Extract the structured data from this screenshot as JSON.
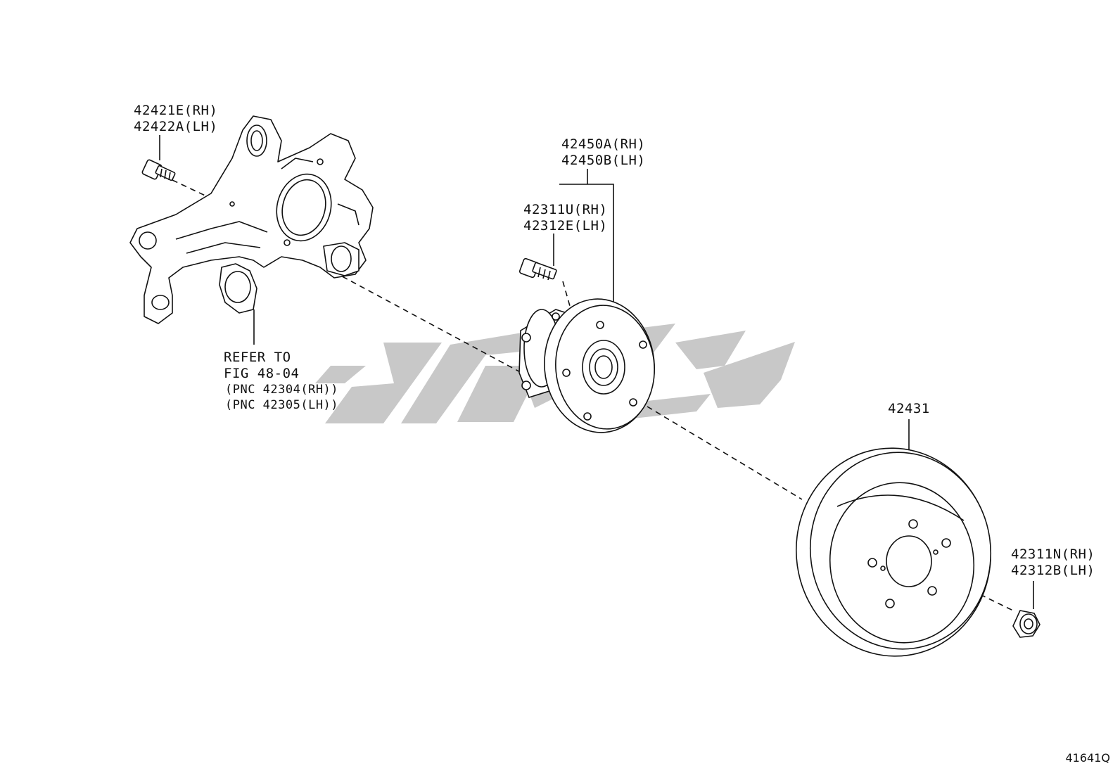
{
  "labels": {
    "knuckle_bolt": {
      "rh": "42421E(RH)",
      "lh": "42422A(LH)"
    },
    "hub_bearing": {
      "rh": "42450A(RH)",
      "lh": "42450B(LH)"
    },
    "hub_bolt": {
      "rh": "42311U(RH)",
      "lh": "42312E(LH)"
    },
    "refer": {
      "line1": "REFER TO",
      "line2": "FIG 48-04",
      "line3": "(PNC 42304(RH))",
      "line4": "(PNC 42305(LH))"
    },
    "disc": "42431",
    "hub_nut": {
      "rh": "42311N(RH)",
      "lh": "42312B(LH)"
    }
  },
  "figure_code": "41641Q",
  "colors": {
    "line": "#111111",
    "watermark": "#c8c8c8",
    "background": "#ffffff"
  }
}
